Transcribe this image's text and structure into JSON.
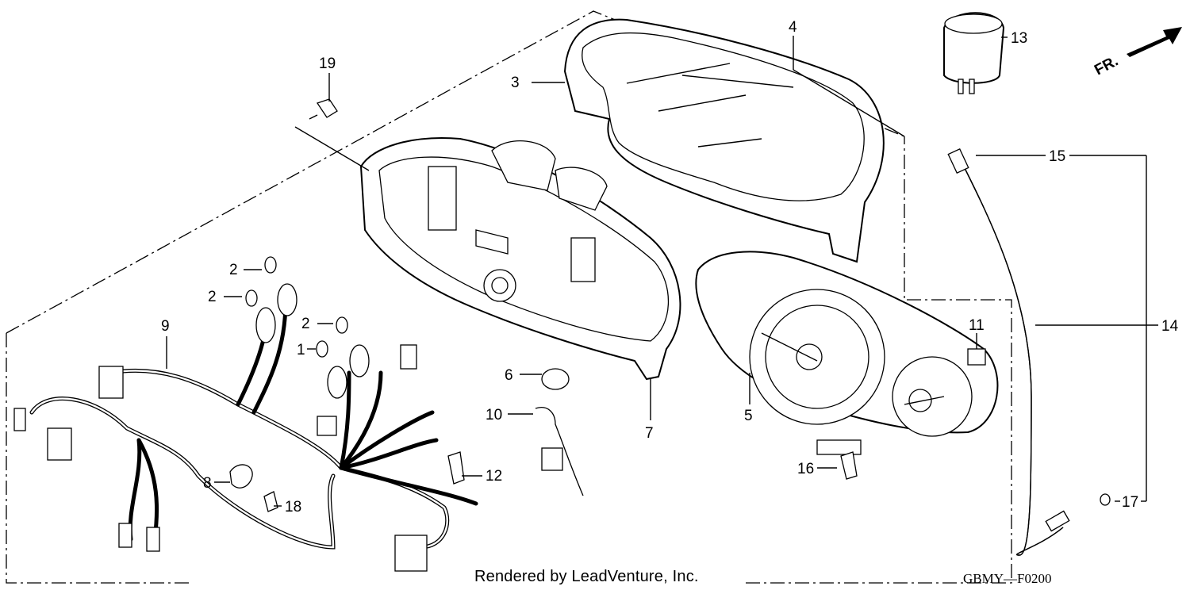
{
  "diagram": {
    "callouts": [
      "1",
      "2",
      "2",
      "2",
      "3",
      "4",
      "5",
      "6",
      "7",
      "8",
      "9",
      "10",
      "11",
      "12",
      "13",
      "14",
      "15",
      "16",
      "17",
      "18",
      "19"
    ],
    "direction_label": "FR.",
    "credit": "Rendered by LeadVenture, Inc.",
    "diagram_code": "GBMY—F0200",
    "icons": [
      "front-direction-arrow-icon",
      "wiring-harness-icon",
      "meter-case-icon",
      "meter-visor-icon",
      "meter-panel-icon",
      "speedometer-cable-icon",
      "flasher-relay-icon",
      "bulb-icon",
      "screw-icon",
      "clamp-icon"
    ]
  }
}
